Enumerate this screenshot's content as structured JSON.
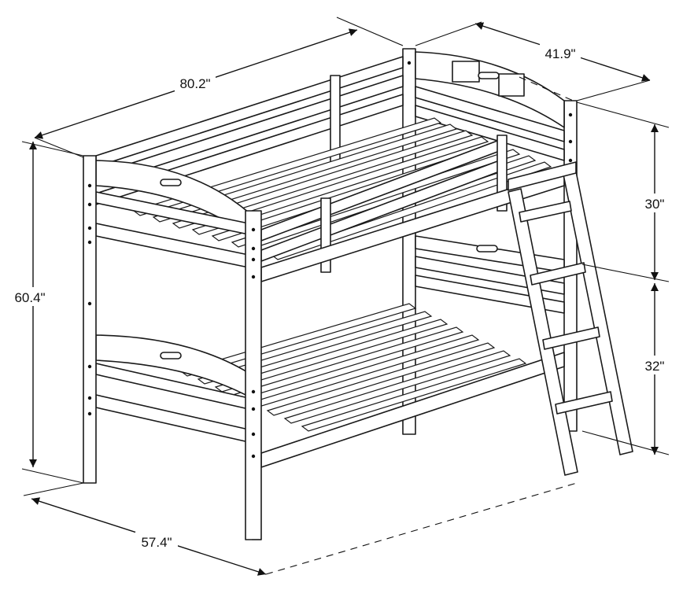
{
  "dimensions": {
    "length": "80.2\"",
    "width": "41.9\"",
    "height": "60.4\"",
    "depth_floor": "57.4\"",
    "upper_clearance": "30\"",
    "lower_clearance": "32\""
  },
  "colors": {
    "line": "#1a1a1a",
    "background": "#ffffff"
  }
}
